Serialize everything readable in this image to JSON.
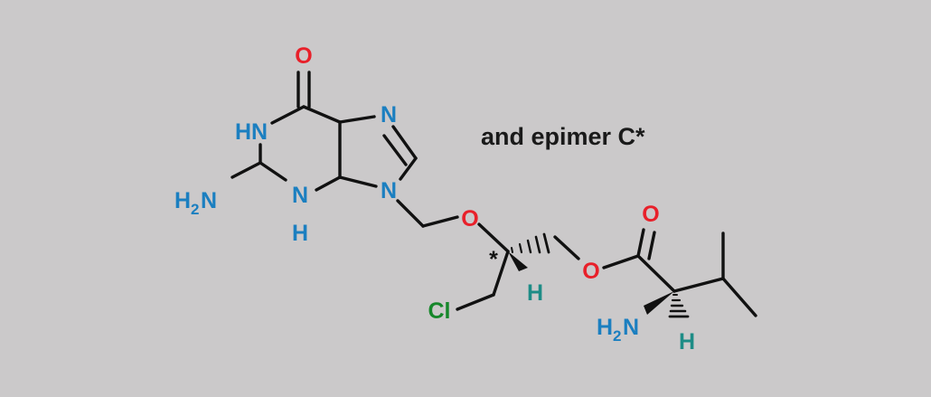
{
  "caption": "and epimer C*",
  "stereo_marker": "*",
  "colors": {
    "background": "#cbc9ca",
    "bond": "#111111",
    "nitrogen": "#1b7fc0",
    "oxygen": "#e8202a",
    "chlorine": "#17872b",
    "stereo_hydrogen": "#1d8c86",
    "caption": "#1a1a1a"
  },
  "atoms": {
    "carbonyl_o": "O",
    "hn_ring": "HN",
    "h2n_amino_h": "H",
    "h2n_amino_sub": "2",
    "h2n_amino_n": "N",
    "ring_n": "N",
    "ring_nh_h": "H",
    "imidazole_n_top": "N",
    "imidazole_n9": "N",
    "ether_o": "O",
    "chiral_h": "H",
    "chlorine": "Cl",
    "ester_o": "O",
    "carbonyl_o2": "O",
    "h2n_valine_h": "H",
    "h2n_valine_sub": "2",
    "h2n_valine_n": "N",
    "valine_h": "H"
  }
}
